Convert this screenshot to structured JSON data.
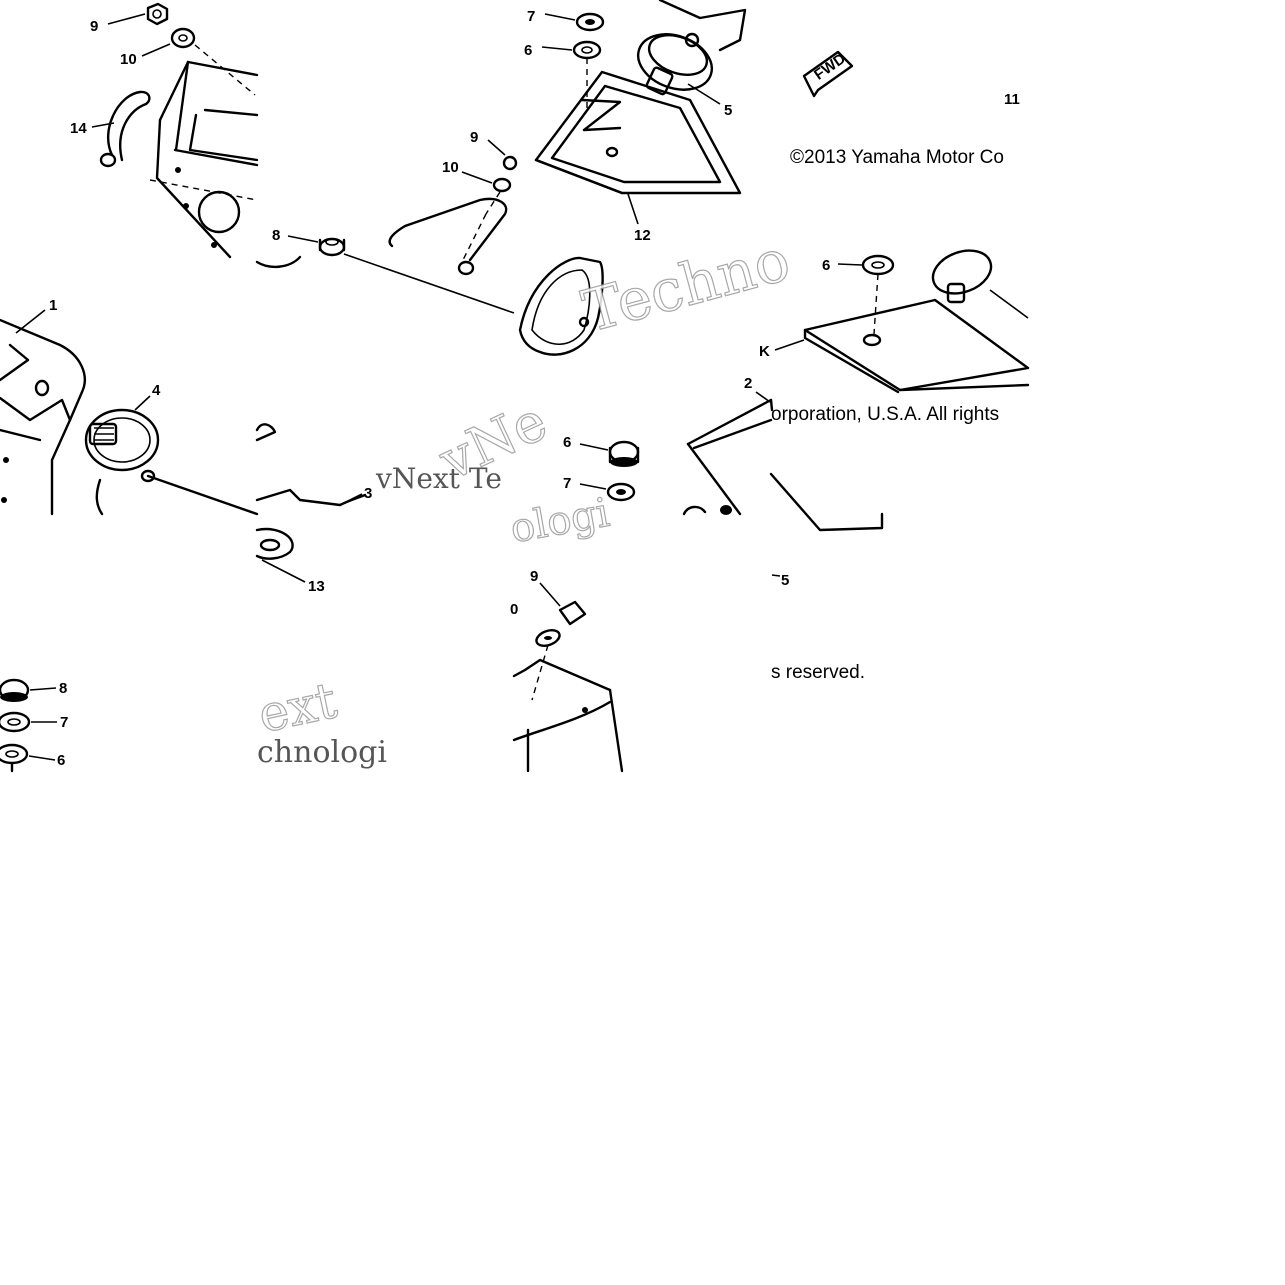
{
  "callouts": {
    "c9a": "9",
    "c10a": "10",
    "c14": "14",
    "c9b": "9",
    "c10b": "10",
    "c8a": "8",
    "c7a": "7",
    "c6a": "6",
    "c5a": "5",
    "c12": "12",
    "c11": "11",
    "c1": "1",
    "c4": "4",
    "c3": "3",
    "c13": "13",
    "c6b": "6",
    "c7b": "7",
    "c2": "2",
    "c6c": "6",
    "cK": "K",
    "c5b": "5",
    "c8b": "8",
    "c7c": "7",
    "c6d": "6",
    "c9c": "9",
    "c10c": "0"
  },
  "fwd_badge": "FWD",
  "copyright": {
    "line1": "©2013 Yamaha Motor Co",
    "line2": "orporation, U.S.A. All rights",
    "line3": "s reserved."
  },
  "watermark": {
    "w1": "Techno",
    "w2": "vNe",
    "w3": "vNext Te",
    "w4": "ologi",
    "w5": "ext",
    "w6": "chnologi"
  }
}
